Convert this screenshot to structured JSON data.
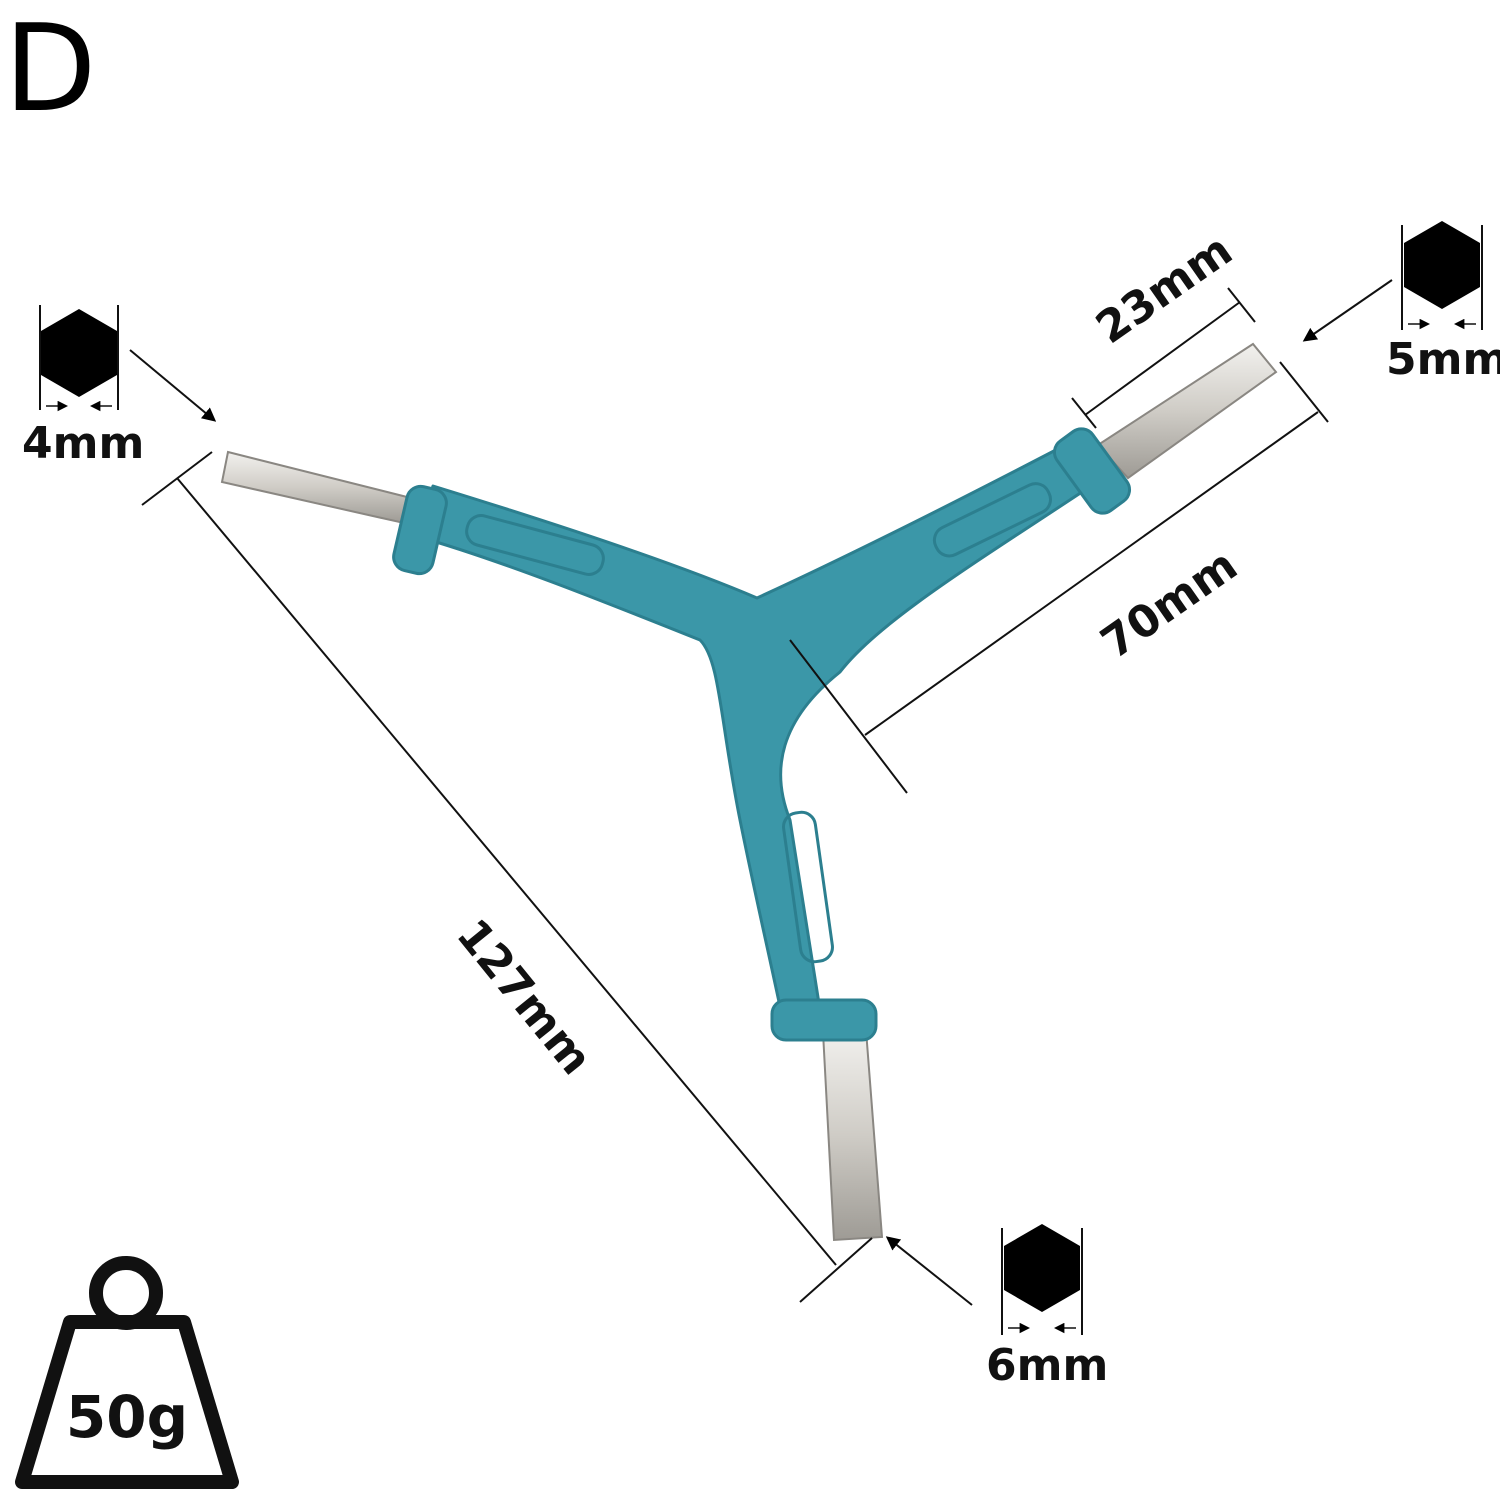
{
  "variant_label": "D",
  "colors": {
    "handle": "#3b97a8",
    "handle_shadow": "#2c7f8f",
    "steel": "#d4d2cd",
    "hex_icon": "#000000"
  },
  "dimensions": {
    "long_arm": "23mm",
    "arm_span": "70mm",
    "total_length": "127mm"
  },
  "hex_sizes": {
    "left": "4mm",
    "right": "5mm",
    "bottom": "6mm"
  },
  "weight": {
    "icon": "weight-icon",
    "label": "50g"
  }
}
